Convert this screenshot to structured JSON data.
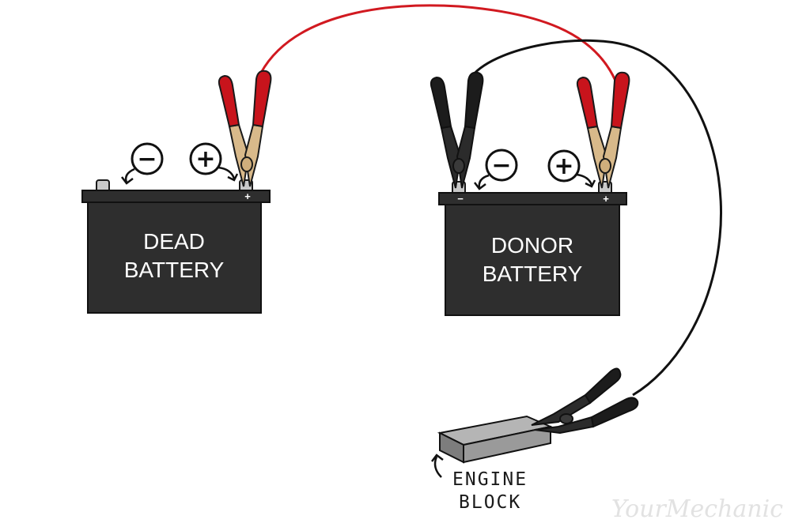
{
  "colors": {
    "battery_body": "#2e2e2e",
    "battery_outline": "#111111",
    "positive_cable": "#d11920",
    "negative_cable": "#111111",
    "clamp_red": "#c8141c",
    "clamp_jaw": "#d8b98a",
    "terminal": "#c9c9c9",
    "engine_block": "#9a9a9a"
  },
  "dead_battery": {
    "label_line1": "DEAD",
    "label_line2": "BATTERY",
    "negative_symbol": "−",
    "positive_symbol": "+",
    "negative_mark": "",
    "positive_mark": "+"
  },
  "donor_battery": {
    "label_line1": "DONOR",
    "label_line2": "BATTERY",
    "negative_symbol": "−",
    "positive_symbol": "+",
    "negative_mark": "−",
    "positive_mark": "+"
  },
  "engine_block": {
    "label_line1": "ENGINE",
    "label_line2": "BLOCK"
  },
  "watermark": "YourMechanic",
  "icons": {
    "negative": "minus-circle-icon",
    "positive": "plus-circle-icon",
    "pointer": "curved-arrow-icon"
  }
}
